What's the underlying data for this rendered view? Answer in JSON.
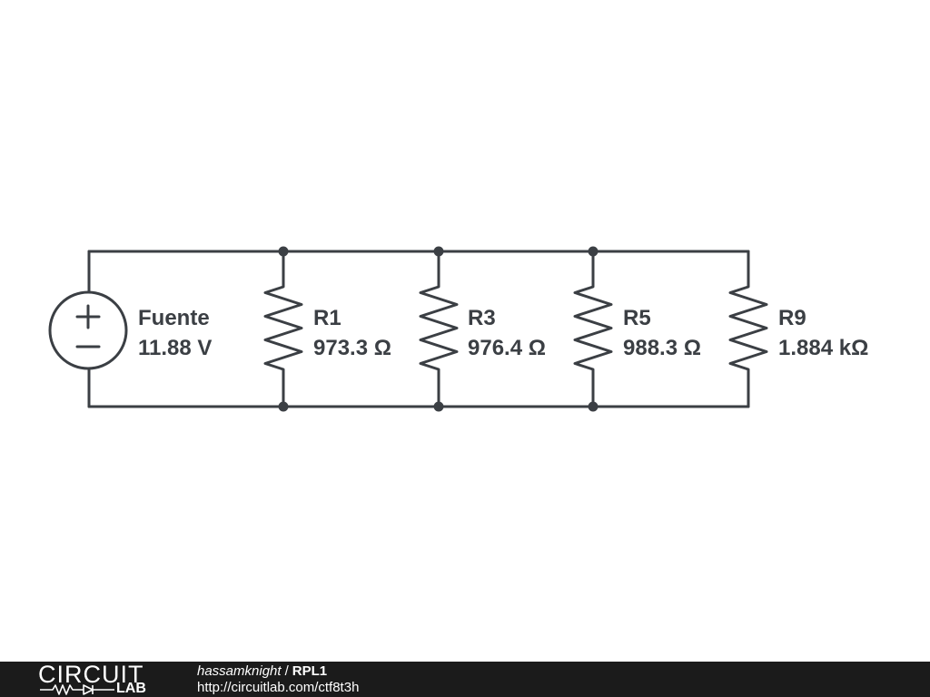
{
  "circuit": {
    "source": {
      "name": "Fuente",
      "value": "11.88 V"
    },
    "resistors": [
      {
        "name": "R1",
        "value": "973.3 Ω"
      },
      {
        "name": "R3",
        "value": "976.4 Ω"
      },
      {
        "name": "R5",
        "value": "988.3 Ω"
      },
      {
        "name": "R9",
        "value": "1.884 kΩ"
      }
    ]
  },
  "footer": {
    "logo_top": "CIRCUIT",
    "logo_bottom": "LAB",
    "author": "hassamknight",
    "separator": "/",
    "title": "RPL1",
    "url": "http://circuitlab.com/ctf8t3h"
  },
  "colors": {
    "wire": "#3b3f44",
    "footer_bg": "#1b1b1b"
  }
}
